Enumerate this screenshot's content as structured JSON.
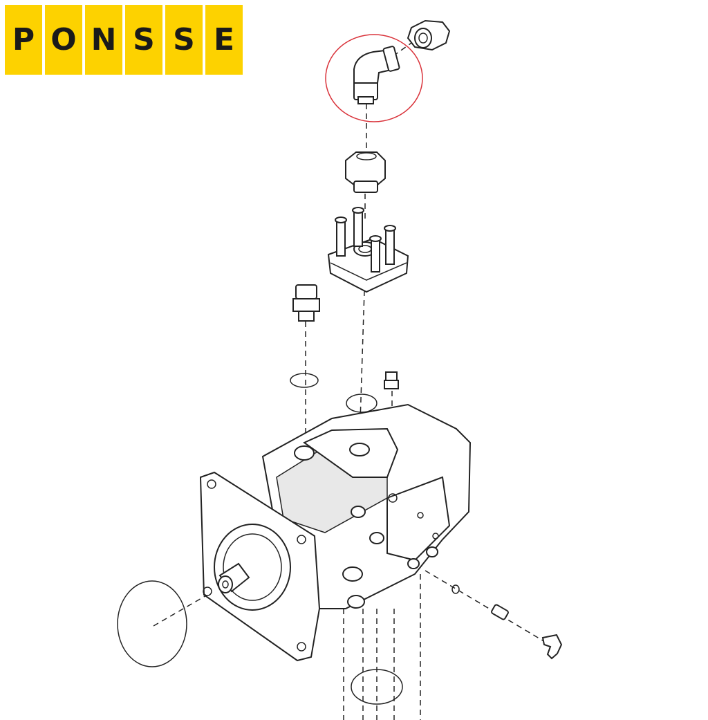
{
  "logo": {
    "letters": [
      "P",
      "O",
      "N",
      "S",
      "S",
      "E"
    ],
    "color": "#FDD200",
    "text_color": "#1a1a1a"
  },
  "highlight": {
    "part": "elbow-fitting",
    "color": "#d9323a"
  }
}
